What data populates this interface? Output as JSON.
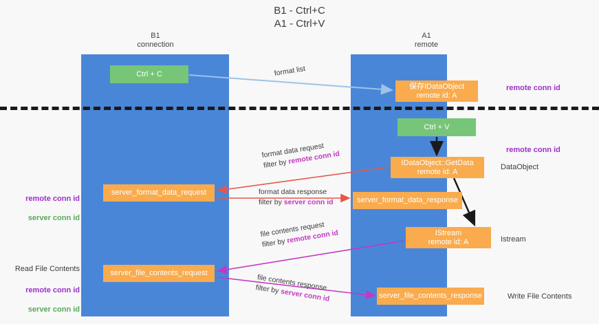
{
  "title": "B1 - Ctrl+C\nA1 - Ctrl+V",
  "lanes": [
    {
      "name": "b1",
      "header": "B1\nconnection",
      "color": "#4a86d8"
    },
    {
      "name": "a1",
      "header": "A1\nremote",
      "color": "#4a86d8"
    }
  ],
  "colors": {
    "lane": "#4a86d8",
    "green_node": "#77c578",
    "orange_node": "#f9ab4e",
    "annotation_purple": "#9b30c9",
    "annotation_green": "#5aa85c",
    "highlight_magenta": "#c437c4",
    "arrow_blue": "#9dc3e6",
    "arrow_red": "#e8564a",
    "arrow_magenta": "#c437c4",
    "arrow_black": "#1a1a1a",
    "divider": "#1a1a1a",
    "background": "#f8f8f8"
  },
  "nodes": {
    "ctrl_c": "Ctrl + C",
    "idataobject": "保存IDataObject\nremote id: A",
    "ctrl_v": "Ctrl + V",
    "getdata": "IDataObject::GetData\nremote id: A",
    "format_data_request": "server_format_data_request",
    "format_data_response": "server_format_data_response",
    "istream": "IStream\nremote id: A",
    "file_contents_request": "server_file_contents_request",
    "file_contents_response": "server_file_contents_response"
  },
  "edge_labels": {
    "format_list": "format list",
    "format_data_request": "format data request",
    "format_data_request_filter_prefix": "filter by ",
    "format_data_request_filter_key": "remote conn id",
    "format_data_response": "format data response",
    "format_data_response_filter_prefix": "filter by ",
    "format_data_response_filter_key": "server conn id",
    "file_contents_request": "file contents request",
    "file_contents_request_filter_prefix": "filter by ",
    "file_contents_request_filter_key": "remote conn id",
    "file_contents_response": "file contents response",
    "file_contents_response_filter_prefix": "filter by ",
    "file_contents_response_filter_key": "server conn id"
  },
  "annotations": {
    "remote_conn_id_top": "remote conn id",
    "remote_conn_id_mid": "remote conn id",
    "dataobject": "DataObject",
    "istream": "Istream",
    "write_file_contents": "Write File Contents",
    "read_file_contents": "Read File Contents",
    "left_remote_conn_id_1": "remote conn id",
    "left_server_conn_id_1": "server conn id",
    "left_remote_conn_id_2": "remote conn id",
    "left_server_conn_id_2": "server conn id"
  }
}
